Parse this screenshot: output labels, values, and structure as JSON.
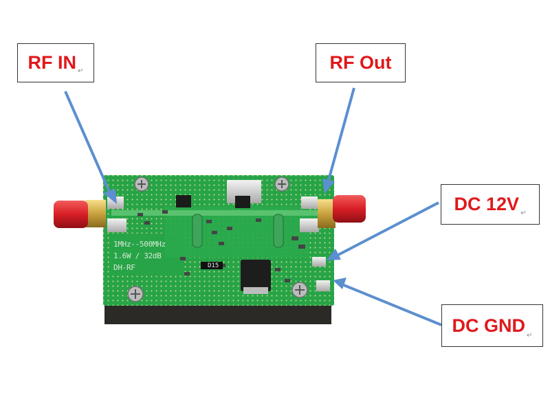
{
  "callouts": {
    "rf_in": "RF IN",
    "rf_out": "RF Out",
    "dc_12v": "DC 12V",
    "dc_gnd": "DC GND",
    "return_mark": "↵"
  },
  "board_silkscreen": {
    "line1": "1MHz--500MHz",
    "line2": "1.6W / 32dB",
    "line3": "DH-RF",
    "diode_label": "D15"
  },
  "colors": {
    "label_text": "#e0181b",
    "arrow": "#5b8fcf",
    "pcb": "#27a447",
    "connector": "#d8202a",
    "heatsink": "#2c2a26"
  }
}
